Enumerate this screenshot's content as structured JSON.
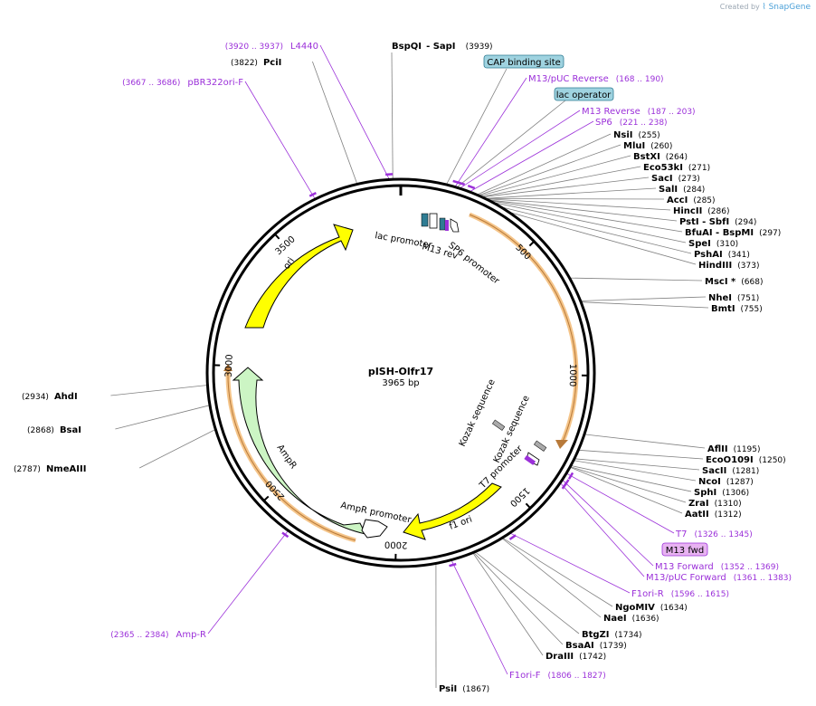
{
  "brand": {
    "prefix": "Created by",
    "name": "SnapGene"
  },
  "plasmid": {
    "name": "pISH-Olfr17",
    "length_label": "3965 bp",
    "length": 3965
  },
  "ticks": [
    {
      "label": "500",
      "bp": 500
    },
    {
      "label": "1000",
      "bp": 1000
    },
    {
      "label": "1500",
      "bp": 1500
    },
    {
      "label": "2000",
      "bp": 2000
    },
    {
      "label": "2500",
      "bp": 2500
    },
    {
      "label": "3000",
      "bp": 3000
    },
    {
      "label": "3500",
      "bp": 3500
    }
  ],
  "enzymes_right": [
    {
      "name": "NsiI",
      "pos": "(255)",
      "bp": 255
    },
    {
      "name": "MluI",
      "pos": "(260)",
      "bp": 260
    },
    {
      "name": "BstXI",
      "pos": "(264)",
      "bp": 264
    },
    {
      "name": "Eco53kI",
      "pos": "(271)",
      "bp": 271
    },
    {
      "name": "SacI",
      "pos": "(273)",
      "bp": 273
    },
    {
      "name": "SalI",
      "pos": "(284)",
      "bp": 284
    },
    {
      "name": "AccI",
      "pos": "(285)",
      "bp": 285
    },
    {
      "name": "HincII",
      "pos": "(286)",
      "bp": 286
    },
    {
      "name": "PstI",
      "name2": "SbfI",
      "pos": "(294)",
      "bp": 294
    },
    {
      "name": "BfuAI",
      "name2": "BspMI",
      "pos": "(297)",
      "bp": 297
    },
    {
      "name": "SpeI",
      "pos": "(310)",
      "bp": 310
    },
    {
      "name": "PshAI",
      "pos": "(341)",
      "bp": 341
    },
    {
      "name": "HindIII",
      "pos": "(373)",
      "bp": 373
    },
    {
      "name": "MscI *",
      "pos": "(668)",
      "bp": 668
    },
    {
      "name": "NheI",
      "pos": "(751)",
      "bp": 751
    },
    {
      "name": "BmtI",
      "pos": "(755)",
      "bp": 755
    },
    {
      "name": "AflII",
      "pos": "(1195)",
      "bp": 1195
    },
    {
      "name": "EcoO109I",
      "pos": "(1250)",
      "bp": 1250
    },
    {
      "name": "SacII",
      "pos": "(1281)",
      "bp": 1281
    },
    {
      "name": "NcoI",
      "pos": "(1287)",
      "bp": 1287
    },
    {
      "name": "SphI",
      "pos": "(1306)",
      "bp": 1306
    },
    {
      "name": "ZraI",
      "pos": "(1310)",
      "bp": 1310
    },
    {
      "name": "AatII",
      "pos": "(1312)",
      "bp": 1312
    },
    {
      "name": "NgoMIV",
      "pos": "(1634)",
      "bp": 1634
    },
    {
      "name": "NaeI",
      "pos": "(1636)",
      "bp": 1636
    },
    {
      "name": "BtgZI",
      "pos": "(1734)",
      "bp": 1734
    },
    {
      "name": "BsaAI",
      "pos": "(1739)",
      "bp": 1739
    },
    {
      "name": "DraIII",
      "pos": "(1742)",
      "bp": 1742
    },
    {
      "name": "PsiI",
      "pos": "(1867)",
      "bp": 1867
    }
  ],
  "enzymes_left": [
    {
      "name": "AhdI",
      "pos": "(2934)",
      "bp": 2934
    },
    {
      "name": "BsaI",
      "pos": "(2868)",
      "bp": 2868
    },
    {
      "name": "NmeAIII",
      "pos": "(2787)",
      "bp": 2787
    },
    {
      "name": "PciI",
      "pos": "(3822)",
      "bp": 3822
    }
  ],
  "enzyme_top": {
    "name": "BspQI",
    "name2": "SapI",
    "pos": "(3939)",
    "bp": 3939
  },
  "primers": [
    {
      "name": "M13/pUC Reverse",
      "range": "(168 .. 190)",
      "bp": 179
    },
    {
      "name": "M13 Reverse",
      "range": "(187 .. 203)",
      "bp": 195
    },
    {
      "name": "SP6",
      "range": "(221 .. 238)",
      "bp": 229
    },
    {
      "name": "T7",
      "range": "(1326 .. 1345)",
      "bp": 1335
    },
    {
      "name": "M13 Forward",
      "range": "(1352 .. 1369)",
      "bp": 1360
    },
    {
      "name": "M13/pUC Forward",
      "range": "(1361 .. 1383)",
      "bp": 1372
    },
    {
      "name": "F1ori-R",
      "range": "(1596 .. 1615)",
      "bp": 1605
    },
    {
      "name": "F1ori-F",
      "range": "(1806 .. 1827)",
      "bp": 1816
    },
    {
      "name": "Amp-R",
      "range": "(2365 .. 2384)",
      "bp": 2374
    },
    {
      "name": "pBR322ori-F",
      "range": "(3667 .. 3686)",
      "bp": 3676
    },
    {
      "name": "L4440",
      "range": "(3920 .. 3937)",
      "bp": 3928
    }
  ],
  "boxed_features": [
    {
      "name": "CAP binding site",
      "color": "#9fd3e0"
    },
    {
      "name": "lac operator",
      "color": "#9fd3e0"
    },
    {
      "name": "M13 fwd",
      "color": "#e8b3f2"
    }
  ],
  "features": [
    {
      "name": "ori",
      "color": "#ffff00"
    },
    {
      "name": "AmpR",
      "color": "#ccf5c4"
    },
    {
      "name": "AmpR promoter",
      "color": "#ffffff"
    },
    {
      "name": "f1 ori",
      "color": "#ffff00"
    },
    {
      "name": "lac promoter",
      "color": "#ffffff"
    },
    {
      "name": "M13 rev",
      "color": "#ffffff"
    },
    {
      "name": "SP6 promoter",
      "color": "#ffffff"
    },
    {
      "name": "T7 promoter",
      "color": "#ffffff"
    },
    {
      "name": "Kozak sequence",
      "color": "#aaaaaa"
    },
    {
      "name": "Kozak sequence",
      "color": "#aaaaaa"
    }
  ],
  "colors": {
    "backbone": "#000000",
    "insert_highlight": "#f5c58a",
    "primer": "#9b30d9",
    "leader": "#808080"
  }
}
